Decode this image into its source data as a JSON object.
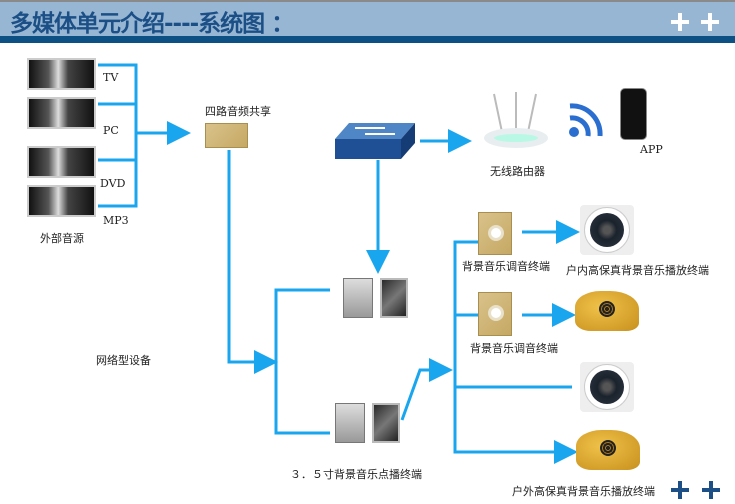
{
  "header": {
    "title": "多媒体单元介绍----系统图 ：",
    "plus_icons": [
      "plus-icon",
      "plus-icon"
    ]
  },
  "sources": {
    "items": [
      "TV",
      "PC",
      "DVD",
      "MP3"
    ],
    "label": "外部音源"
  },
  "audio_share": {
    "label": "四路音频共享"
  },
  "router": {
    "label": "无线路由器"
  },
  "app": {
    "label": "APP"
  },
  "network_devices": {
    "label": "网络型设备"
  },
  "terminal_label": "３．５寸背景音乐点播终端",
  "tuning": {
    "label1": "背景音乐调音终端",
    "label2": "背景音乐调音终端"
  },
  "indoor_label": "户内高保真背景音乐播放终端",
  "outdoor_label": "户外高保真背景音乐播放终端",
  "colors": {
    "line": "#1aa6ee",
    "header": "#97b6d3",
    "header_bar": "#0d5184",
    "title": "#1b4f86"
  }
}
